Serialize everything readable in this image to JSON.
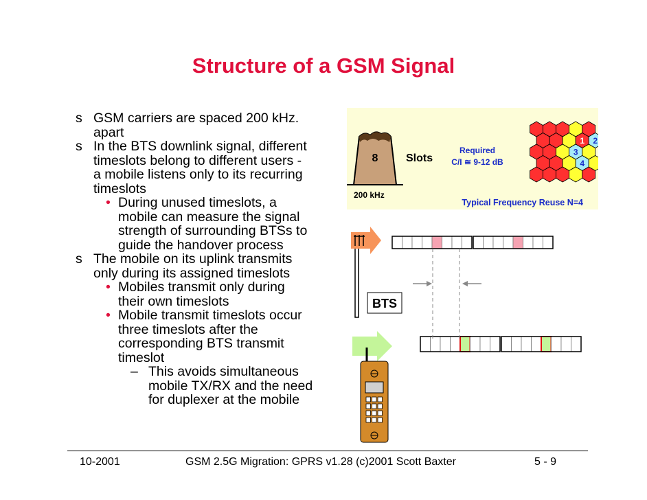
{
  "title": "Structure of a GSM Signal",
  "bullets": [
    {
      "level": 1,
      "marker": "s",
      "lines": [
        "GSM carriers are spaced 200 kHz.",
        "apart"
      ]
    },
    {
      "level": 1,
      "marker": "s",
      "lines": [
        "In the BTS downlink signal, different",
        "timeslots belong to different users -",
        "a mobile listens only to its recurring",
        "timeslots"
      ]
    },
    {
      "level": 2,
      "marker": "•",
      "lines": [
        "During unused timeslots, a",
        "mobile can measure the signal",
        "strength of surrounding BTSs to",
        "guide the handover process"
      ]
    },
    {
      "level": 1,
      "marker": "s",
      "lines": [
        "The mobile on its uplink transmits",
        "only during its assigned timeslots"
      ]
    },
    {
      "level": 2,
      "marker": "•",
      "lines": [
        "Mobiles transmit only during",
        "their own timeslots"
      ]
    },
    {
      "level": 2,
      "marker": "•",
      "lines": [
        "Mobile transmit timeslots occur",
        "three timeslots after the",
        "corresponding BTS transmit",
        "timeslot"
      ]
    },
    {
      "level": 3,
      "marker": "–",
      "lines": [
        "This avoids simultaneous",
        "mobile TX/RX and the need",
        "for duplexer at the mobile"
      ]
    }
  ],
  "diagram": {
    "carrier_slot_count": "8",
    "slots_label": "Slots",
    "bandwidth_label": "200 kHz",
    "required_label": "Required",
    "ci_label": "C/I ≅ 9-12 dB",
    "reuse_label": "Typical Frequency Reuse N=4",
    "cell_numbers": [
      "1",
      "2",
      "3",
      "4"
    ],
    "bts_label": "BTS",
    "colors": {
      "title_red": "#e0103c",
      "panel_bg": "#fdfdd8",
      "hex_red": "#ff3030",
      "hex_yellow": "#ffff33",
      "hex_blue": "#a6ecf8",
      "downlink_arrow": "#f7945a",
      "uplink_arrow": "#c4f59a",
      "active_dl_slot": "#f6a3b2",
      "active_ul_slot": "#c4f59a",
      "phone_body": "#d48a2a"
    }
  },
  "footer": {
    "date": "10-2001",
    "center": "GSM 2.5G Migration: GPRS v1.28 (c)2001 Scott Baxter",
    "page": "5 - 9"
  }
}
